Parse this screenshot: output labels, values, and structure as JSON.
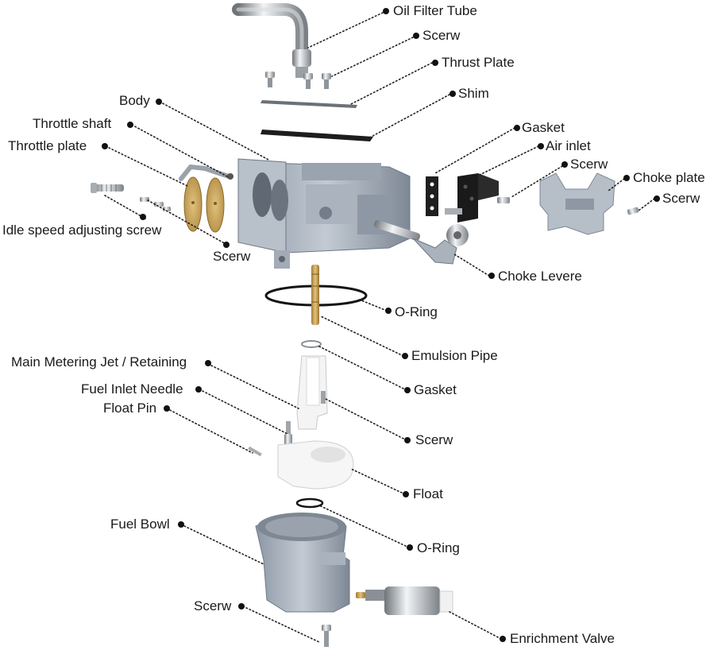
{
  "labels": {
    "oil_filter_tube": "Oil Filter Tube",
    "screw_top": "Scerw",
    "thrust_plate": "Thrust Plate",
    "shim": "Shim",
    "body": "Body",
    "throttle_shaft": "Throttle shaft",
    "throttle_plate": "Throttle plate",
    "idle_speed_screw": "Idle speed adjusting screw",
    "screw_left": "Scerw",
    "gasket_right": "Gasket",
    "air_inlet": "Air inlet",
    "screw_air_inlet": "Scerw",
    "choke_plate": "Choke plate",
    "screw_choke": "Scerw",
    "choke_lever": "Choke Levere",
    "o_ring_top": "O-Ring",
    "emulsion_pipe": "Emulsion Pipe",
    "main_metering_jet": "Main Metering Jet / Retaining",
    "gasket_mid": "Gasket",
    "fuel_inlet_needle": "Fuel Inlet Needle",
    "float_pin": "Float Pin",
    "screw_mid": "Scerw",
    "float": "Float",
    "fuel_bowl": "Fuel Bowl",
    "o_ring_bottom": "O-Ring",
    "screw_bottom": "Scerw",
    "enrichment_valve": "Enrichment Valve"
  },
  "colors": {
    "metal": "#a9b2bd",
    "brass": "#c8a45a",
    "rubber": "#1b1b1b",
    "plastic": "#f2f2f2"
  }
}
